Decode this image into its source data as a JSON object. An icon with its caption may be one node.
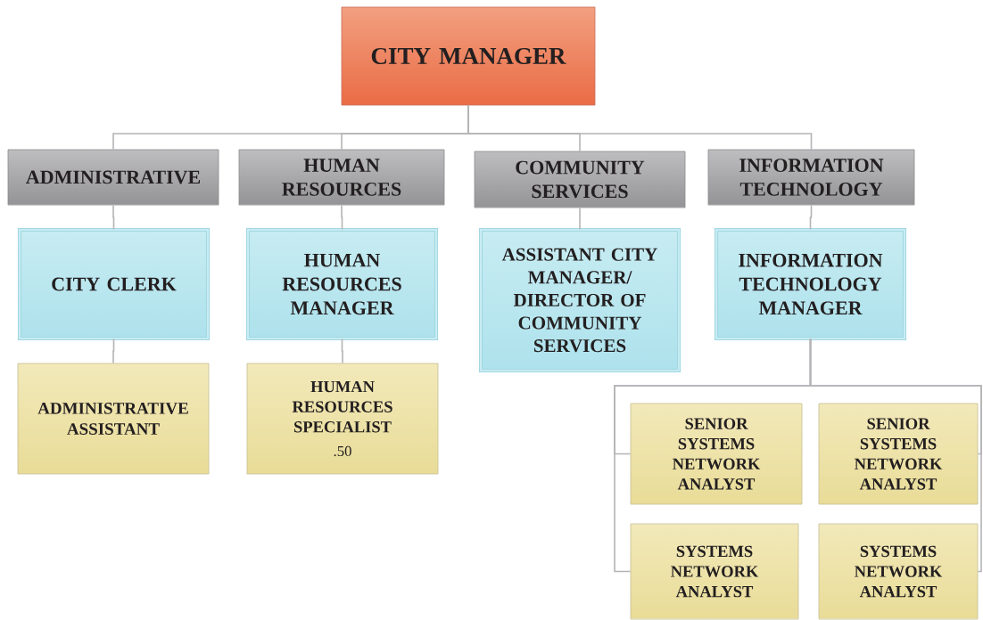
{
  "diagram": {
    "nodes": [
      {
        "text": [
          "CITY MANAGER"
        ]
      },
      {
        "text": [
          "ADMINISTRATIVE"
        ]
      },
      {
        "text": [
          "HUMAN RESOURCES"
        ]
      },
      {
        "text": [
          "COMMUNITY SERVICES"
        ]
      },
      {
        "text": [
          "INFORMATION TECHNOLOGY"
        ]
      },
      {
        "text": [
          "CITY CLERK"
        ]
      },
      {
        "text": [
          "HUMAN RESOURCES MANAGER"
        ]
      },
      {
        "text": [
          "ASSISTANT CITY MANAGER/ DIRECTOR OF COMMUNITY SERVICES"
        ]
      },
      {
        "text": [
          "INFORMATION TECHNOLOGY MANAGER"
        ]
      },
      {
        "text": [
          "ADMINISTRATIVE ASSISTANT"
        ]
      },
      {
        "text": [
          "HUMAN RESOURCES SPECIALIST",
          ".50"
        ]
      },
      {
        "text": [
          "SENIOR SYSTEMS NETWORK ANALYST"
        ]
      },
      {
        "text": [
          "SENIOR SYSTEMS NETWORK ANALYST"
        ]
      },
      {
        "text": [
          "SYSTEMS NETWORK ANALYST"
        ]
      },
      {
        "text": [
          "SYSTEMS NETWORK ANALYST"
        ]
      }
    ],
    "edges": [
      {
        "from": 0,
        "to": 1,
        "arrow": "none"
      },
      {
        "from": 0,
        "to": 2,
        "arrow": "none"
      },
      {
        "from": 0,
        "to": 3,
        "arrow": "none"
      },
      {
        "from": 0,
        "to": 4,
        "arrow": "none"
      },
      {
        "from": 1,
        "to": 5,
        "arrow": "none"
      },
      {
        "from": 2,
        "to": 6,
        "arrow": "none"
      },
      {
        "from": 3,
        "to": 7,
        "arrow": "none"
      },
      {
        "from": 4,
        "to": 8,
        "arrow": "none"
      },
      {
        "from": 5,
        "to": 9,
        "arrow": "none"
      },
      {
        "from": 6,
        "to": 10,
        "arrow": "none"
      },
      {
        "from": 8,
        "to": 11,
        "arrow": "none"
      },
      {
        "from": 8,
        "to": 12,
        "arrow": "none"
      },
      {
        "from": 8,
        "to": 13,
        "arrow": "none"
      },
      {
        "from": 8,
        "to": 14,
        "arrow": "none"
      }
    ]
  }
}
